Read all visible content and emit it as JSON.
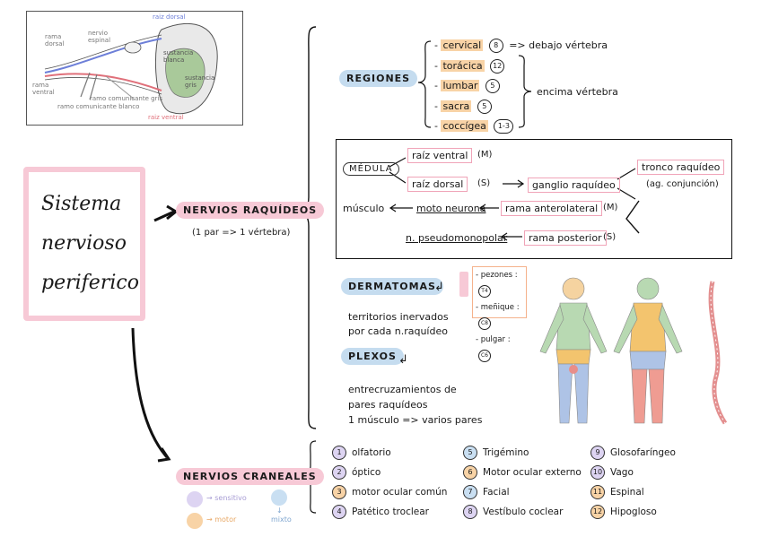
{
  "spinal_figure": {
    "raiz_dorsal": "raiz dorsal",
    "raiz_ventral": "raiz ventral",
    "rama_dorsal": "rama\ndorsal",
    "rama_ventral": "rama\nventral",
    "nervio_espinal": "nervio\nespinal",
    "sustancia_blanca": "sustancia\nblanca",
    "sustancia_gris": "sustancia\ngris",
    "comunicante_gris": "ramo comunicante gris",
    "comunicante_blanco": "ramo comunicante blanco"
  },
  "main_title": {
    "line1": "Sistema",
    "line2": "nervioso",
    "line3": "periferico"
  },
  "nervios_raquideos": {
    "label": "NERVIOS RAQUÍDEOS",
    "note": "(1 par => 1 vértebra)"
  },
  "regiones": {
    "label": "REGIONES",
    "items": [
      {
        "name": "cervical",
        "count": "8"
      },
      {
        "name": "torácica",
        "count": "12"
      },
      {
        "name": "lumbar",
        "count": "5"
      },
      {
        "name": "sacra",
        "count": "5"
      },
      {
        "name": "coccígea",
        "count": "1-3"
      }
    ],
    "below": "=> debajo vértebra",
    "above": "encima vértebra"
  },
  "medula_box": {
    "medula": "MÉDULA",
    "raiz_ventral": "raíz ventral",
    "raiz_ventral_tag": "(M)",
    "raiz_dorsal": "raíz dorsal",
    "raiz_dorsal_tag": "(S)",
    "ganglio": "ganglio raquídeo",
    "tronco": "tronco raquídeo",
    "tronco_note": "(ag. conjunción)",
    "rama_anterolateral": "rama anterolateral",
    "rama_anterolateral_tag": "(M)",
    "moto_neurona": "moto neurona",
    "musculo": "músculo",
    "rama_posterior": "rama posterior",
    "rama_posterior_tag": "(S)",
    "pseudomonopolar": "n. pseudomonopolar"
  },
  "dermatomas": {
    "label": "DERMATOMAS",
    "desc1": "territorios inervados",
    "desc2": "por cada  n.raquídeo",
    "refs": [
      {
        "name": "- pezones :",
        "code": "T4"
      },
      {
        "name": "- meñique :",
        "code": "C8"
      },
      {
        "name": "- pulgar :",
        "code": "C6"
      }
    ]
  },
  "plexos": {
    "label": "PLEXOS",
    "desc1": "entrecruzamientos de",
    "desc2": "pares raquídeos",
    "desc3": "1 músculo => varios pares"
  },
  "nervios_craneales": {
    "label": "NERVIOS CRANEALES",
    "legend": {
      "sensitivo": "→ sensitivo",
      "motor": "→ motor",
      "mixto_arrow": "↓",
      "mixto": "mixto"
    },
    "items": [
      {
        "n": "1",
        "name": "olfatorio",
        "type": "purple"
      },
      {
        "n": "2",
        "name": "óptico",
        "type": "purple"
      },
      {
        "n": "3",
        "name": "motor ocular común",
        "type": "orange"
      },
      {
        "n": "4",
        "name": "Patético troclear",
        "type": "purple"
      },
      {
        "n": "5",
        "name": "Trigémino",
        "type": "blue"
      },
      {
        "n": "6",
        "name": "Motor ocular externo",
        "type": "orange"
      },
      {
        "n": "7",
        "name": "Facial",
        "type": "blue"
      },
      {
        "n": "8",
        "name": "Vestíbulo coclear",
        "type": "purple"
      },
      {
        "n": "9",
        "name": "Glosofaríngeo",
        "type": "purple"
      },
      {
        "n": "10",
        "name": "Vago",
        "type": "purple"
      },
      {
        "n": "11",
        "name": "Espinal",
        "type": "orange"
      },
      {
        "n": "12",
        "name": "Hipogloso",
        "type": "orange"
      }
    ]
  },
  "colors": {
    "pink": "#f7c9d6",
    "blue": "#c5dcef",
    "orange": "#f8d3a6",
    "purple": "#ddd4f2"
  }
}
